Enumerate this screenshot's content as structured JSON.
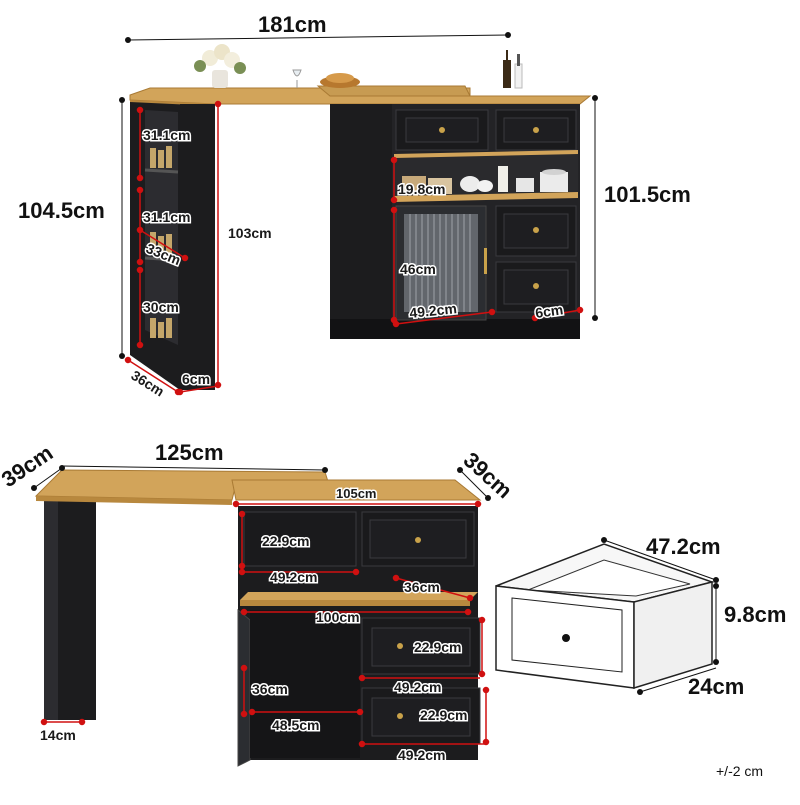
{
  "colors": {
    "cabinet": "#1c1c1e",
    "cabinet_edge": "#2c2c30",
    "wood": "#d2a45a",
    "wood_dark": "#b8883e",
    "dimension_red": "#d01010",
    "dimension_black": "#111111",
    "handle_gold": "#c9a24a"
  },
  "top_view": {
    "total_width": "181cm",
    "left_height": "104.5cm",
    "right_height": "101.5cm",
    "shelf_height_1": "31.1cm",
    "shelf_height_2": "31.1cm",
    "shelf_depth": "33cm",
    "shelf_height_3": "30cm",
    "leg_inner_height": "103cm",
    "side_depth": "36cm",
    "side_thickness": "6cm",
    "open_shelf_height": "19.8cm",
    "glass_door_height": "46cm",
    "door_width": "49.2cm",
    "toe_kick": "6cm"
  },
  "bottom_view": {
    "left_depth": "39cm",
    "top_span": "125cm",
    "right_depth": "39cm",
    "counter_width": "105cm",
    "drawer_height_top": "22.9cm",
    "inner_width": "49.2cm",
    "inner_depth": "36cm",
    "shelf_width": "100cm",
    "drawer_height_mid": "22.9cm",
    "cabinet_depth": "36cm",
    "drawer_width_mid": "49.2cm",
    "cabinet_inner_width": "48.5cm",
    "drawer_height_bottom": "22.9cm",
    "drawer_width_bottom": "49.2cm",
    "leg_width": "14cm"
  },
  "drawer_detail": {
    "width": "47.2cm",
    "height": "9.8cm",
    "depth": "24cm"
  },
  "tolerance": "+/-2 cm"
}
